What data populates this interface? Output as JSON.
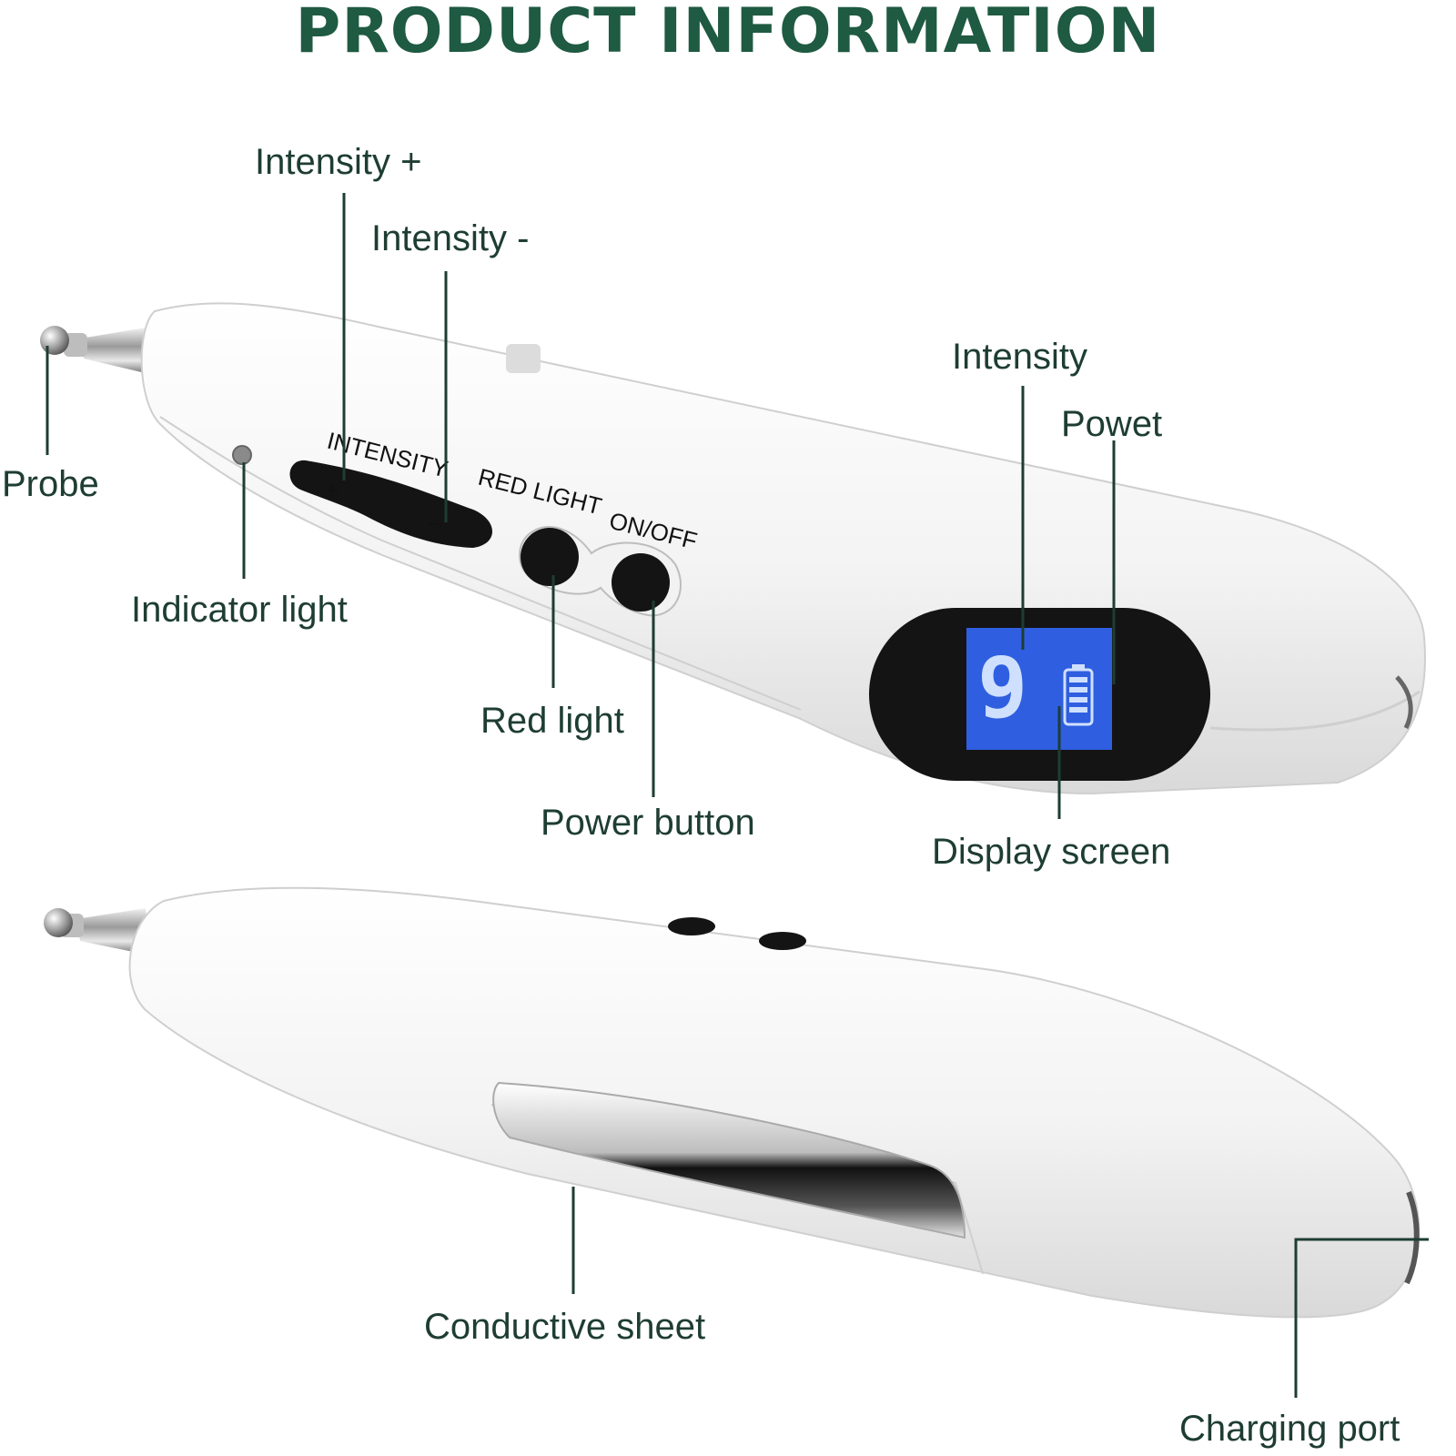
{
  "title": "PRODUCT INFORMATION",
  "labels": {
    "intensity_plus": "Intensity  +",
    "intensity_minus": "Intensity  -",
    "probe": "Probe",
    "indicator_light": "Indicator light",
    "red_light": "Red light",
    "power_button": "Power button",
    "intensity": "Intensity",
    "powet": "Powet",
    "display_screen": "Display screen",
    "conductive_sheet": "Conductive sheet",
    "charging_port": "Charging port"
  },
  "device_text": {
    "intensity_silk": "INTENSITY",
    "red_light_silk": "RED LIGHT",
    "on_off_silk": "ON/OFF",
    "plus_sign": "+",
    "minus_sign": "−",
    "lcd_digit": "9"
  },
  "colors": {
    "title": "#1f5a42",
    "label": "#1e3d33",
    "leader_line": "#1e3d33",
    "lcd": "#2f5fe0",
    "body": "#f4f4f4",
    "button": "#141414"
  }
}
